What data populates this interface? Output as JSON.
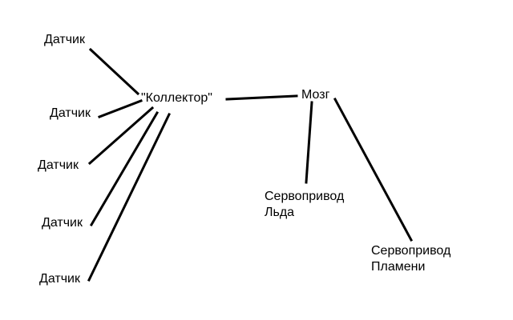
{
  "nodes": {
    "sensor_1": "Датчик",
    "sensor_2": "Датчик",
    "sensor_3": "Датчик",
    "sensor_4": "Датчик",
    "sensor_5": "Датчик",
    "collector": "\"Коллектор\"",
    "brain": "Мозг",
    "ice_servo": {
      "line1": "Сервопривод",
      "line2": "Льда"
    },
    "flame_servo": {
      "line1": "Сервопривод",
      "line2": "Пламени"
    }
  },
  "connections": [
    {
      "from": "sensor_1",
      "to": "collector"
    },
    {
      "from": "sensor_2",
      "to": "collector"
    },
    {
      "from": "sensor_3",
      "to": "collector"
    },
    {
      "from": "sensor_4",
      "to": "collector"
    },
    {
      "from": "sensor_5",
      "to": "collector"
    },
    {
      "from": "collector",
      "to": "brain"
    },
    {
      "from": "brain",
      "to": "ice_servo"
    },
    {
      "from": "brain",
      "to": "flame_servo"
    }
  ],
  "colors": {
    "stroke": "#000000",
    "text": "#000000",
    "background": "#ffffff"
  }
}
